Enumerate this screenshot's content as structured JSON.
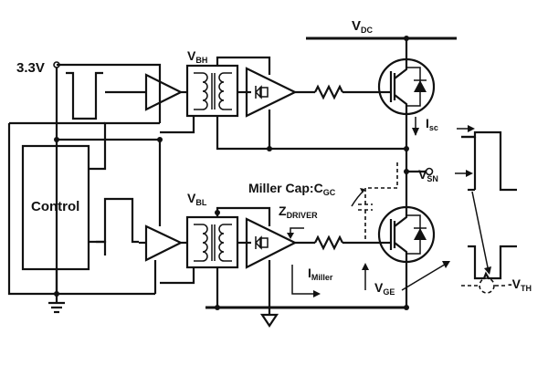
{
  "labels": {
    "supply": "3.3V",
    "control": "Control",
    "vdc": "V",
    "vdc_sub": "DC",
    "vbh": "V",
    "vbh_sub": "BH",
    "vbl": "V",
    "vbl_sub": "BL",
    "isc": "I",
    "isc_sub": "sc",
    "vsn": "V",
    "vsn_sub": "SN",
    "miller_cap": "Miller Cap:C",
    "miller_cap_sub": "GC",
    "zdriver": "Z",
    "zdriver_sub": "DRIVER",
    "imiller": "I",
    "imiller_sub": "Miller",
    "vge": "V",
    "vge_sub": "GE",
    "vth": "-V",
    "vth_sub": "TH"
  },
  "colors": {
    "line": "#111111",
    "background": "#ffffff"
  }
}
